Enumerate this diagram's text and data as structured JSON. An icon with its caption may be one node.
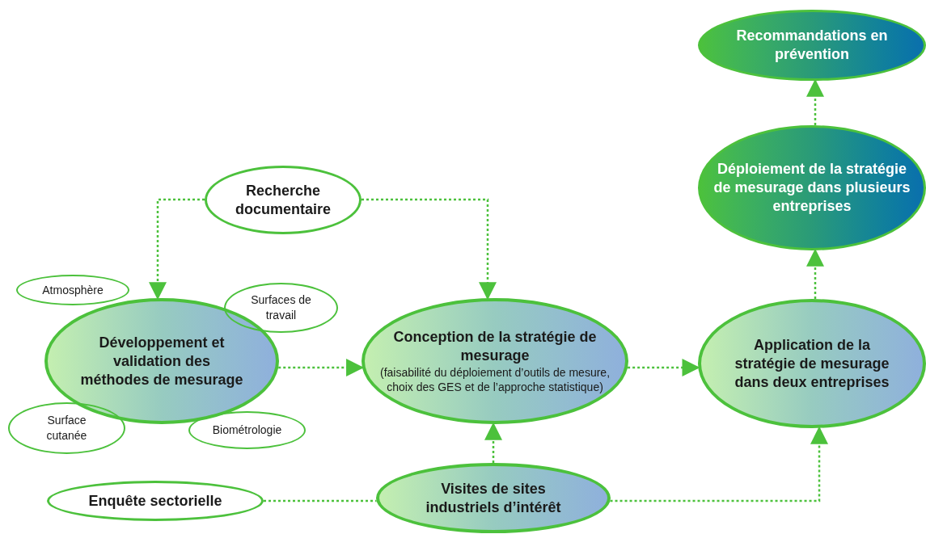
{
  "diagram": {
    "nodes": [
      {
        "text": [
          "Recherche documentaire"
        ]
      },
      {
        "text": [
          "Atmosphère"
        ]
      },
      {
        "text": [
          "Surfaces de travail"
        ]
      },
      {
        "text": [
          "Développement et validation des méthodes de mesurage"
        ]
      },
      {
        "text": [
          "Surface cutanée"
        ]
      },
      {
        "text": [
          "Biométrologie"
        ]
      },
      {
        "text": [
          "Conception de la stratégie de mesurage",
          "(faisabilité du déploiement d’outils de mesure, choix des GES et de l’approche statistique)"
        ]
      },
      {
        "text": [
          "Enquête sectorielle"
        ]
      },
      {
        "text": [
          "Visites de sites industriels d’intérêt"
        ]
      },
      {
        "text": [
          "Application de la stratégie de mesurage dans deux entreprises"
        ]
      },
      {
        "text": [
          "Déploiement de la stratégie de mesurage dans plusieurs entreprises"
        ]
      },
      {
        "text": [
          "Recommandations en prévention"
        ]
      }
    ],
    "edges": [
      {
        "from": 0,
        "to": 3,
        "arrow": "to",
        "style": "dashed"
      },
      {
        "from": 0,
        "to": 6,
        "arrow": "to",
        "style": "dashed"
      },
      {
        "from": 3,
        "to": 6,
        "arrow": "to",
        "style": "dashed"
      },
      {
        "from": 6,
        "to": 9,
        "arrow": "to",
        "style": "dashed"
      },
      {
        "from": 8,
        "to": 6,
        "arrow": "to",
        "style": "dashed"
      },
      {
        "from": 7,
        "to": 8,
        "arrow": "none",
        "style": "dashed"
      },
      {
        "from": 8,
        "to": 9,
        "arrow": "to",
        "style": "dashed"
      },
      {
        "from": 9,
        "to": 10,
        "arrow": "to",
        "style": "dashed"
      },
      {
        "from": 10,
        "to": 11,
        "arrow": "to",
        "style": "dashed"
      }
    ]
  }
}
